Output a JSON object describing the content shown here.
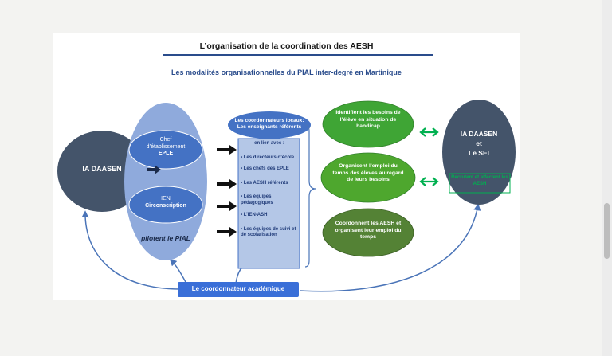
{
  "slide": {
    "title": "L’organisation de la coordination des AESH",
    "subtitle_part1": "Les modalités organisationnelles du PIAL ",
    "subtitle_part2": "inter-degré en Martinique"
  },
  "nodes": {
    "ia_daasen_left": "IA DAASEN",
    "chef_etab_line1": "Chef",
    "chef_etab_line2": "d’établissement",
    "chef_etab_line3": "EPLE",
    "ien_line1": "IEN",
    "ien_line2": "Circonscription",
    "pilotent": "pilotent le PIAL",
    "coordonnateurs_line1": "Les coordonnateurs locaux:",
    "coordonnateurs_line2": "Les enseignants référents",
    "lien_title": "en lien avec :",
    "lien_items": [
      "Les directeurs d’école",
      "Les chefs des EPLE",
      "Les AESH référents",
      "Les équipes pédagogiques",
      "L’IEN-ASH",
      "Les équipes de suivi et de scolarisation"
    ],
    "identifient": "Identifient les besoins de l’élève en situation de handicap",
    "organisent": "Organisent l’emploi du temps des élèves au regard de leurs besoins",
    "coordonnent": "Coordonnent les AESH et organisent leur emploi du temps",
    "ia_daasen_right_line1": "IA DAASEN",
    "ia_daasen_right_line2": "et",
    "ia_daasen_right_line3": "Le SEI",
    "recrutent": "Recrutent et affectent les AESH",
    "coordonnateur_academique": "Le coordonnateur académique"
  },
  "colors": {
    "dark_navy": "#44546a",
    "light_blue": "#8faadc",
    "mid_blue": "#4472c4",
    "box_blue": "#b4c7e7",
    "green_light": "#3fa535",
    "green_mid": "#4ea72e",
    "green_dark": "#548235",
    "arrow_green": "#00b050",
    "arrow_blue": "#4a74b8"
  }
}
